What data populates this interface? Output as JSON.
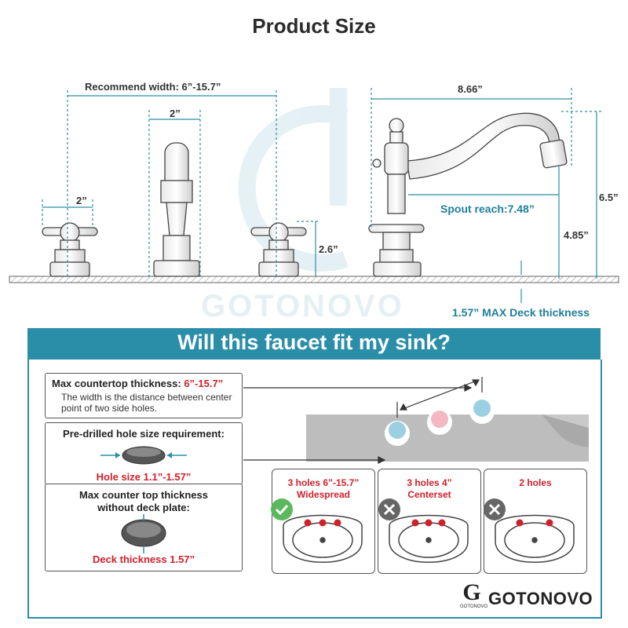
{
  "title": "Product Size",
  "dims": {
    "recommend_width": "Recommend width: 6”-15.7”",
    "handle_width": "2”",
    "spout_base_width": "2”",
    "total_length": "8.66”",
    "total_height": "6.5”",
    "spout_reach": "Spout reach:7.48”",
    "spout_height": "4.85”",
    "handle_height": "2.6”",
    "deck_thickness": "1.57” MAX Deck thickness"
  },
  "watermark": "GOTONOVO",
  "fit_section": {
    "title": "Will this faucet fit my sink?",
    "countertop": {
      "label": "Max countertop thickness:",
      "value": "6”-15.7”",
      "desc": "The width is the distance between center point of two side holes."
    },
    "hole": {
      "title": "Pre-drilled hole size requirement:",
      "value": "Hole size 1.1”-1.57”"
    },
    "deck": {
      "title": "Max counter top thickness without deck plate:",
      "value": "Deck thickness 1.57”"
    },
    "options": [
      {
        "line1": "3 holes 6”-15.7”",
        "line2": "Widespread",
        "status": "check",
        "holes": 3
      },
      {
        "line1": "3 holes 4”",
        "line2": "Centerset",
        "status": "cross",
        "holes": 3
      },
      {
        "line1": "2 holes",
        "line2": "",
        "status": "cross",
        "holes": 2
      }
    ]
  },
  "brand": {
    "name": "GOTONOVO",
    "small": "GOTONOVO",
    "logo_letter": "G"
  },
  "colors": {
    "teal": "#2a8ea8",
    "red": "#d0202a",
    "check": "#5cb85c",
    "cross": "#666666"
  }
}
